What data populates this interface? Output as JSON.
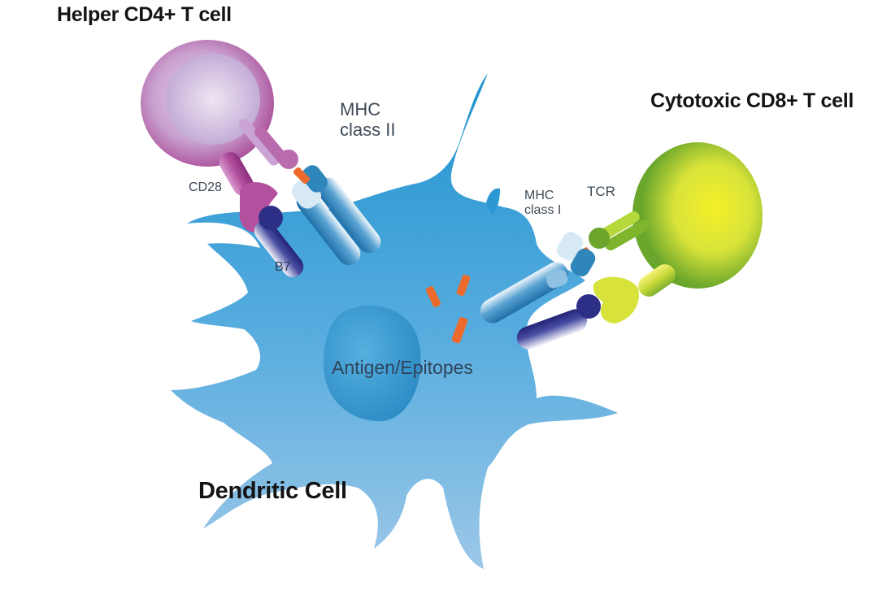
{
  "labels": {
    "helper": "Helper CD4+ T cell",
    "cytotoxic": "Cytotoxic CD8+ T cell",
    "dendritic": "Dendritic Cell",
    "mhc_class_ii": "MHC\nclass II",
    "mhc_class_i": "MHC\nclass I",
    "tcr": "TCR",
    "cd28": "CD28",
    "b7": "B7",
    "antigen": "Antigen/Epitopes"
  },
  "colors": {
    "dendritic_body": "#6fb3dc",
    "nucleus": "#3d9cd2",
    "helper_cell": "#b0509e",
    "cytotoxic_cell": "#9bc73a",
    "epitope": "#ee6a2c",
    "mhc_receptor": "#2f86bb",
    "b7_costim": "#2d2f86"
  }
}
